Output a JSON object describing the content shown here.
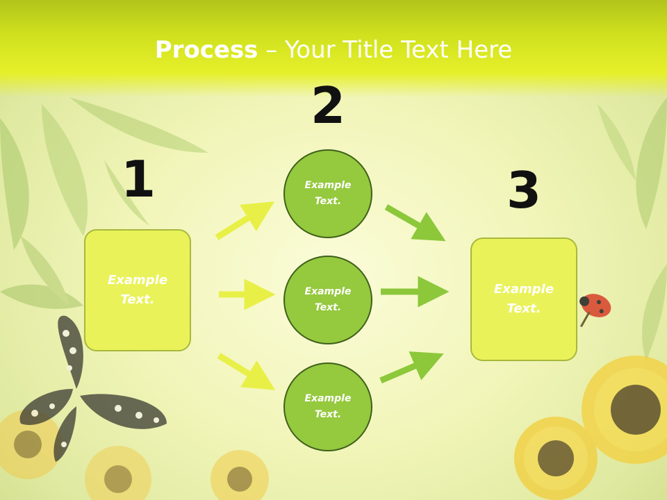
{
  "slide": {
    "title_bold": "Process",
    "title_rest": " – Your Title Text Here"
  },
  "steps": [
    {
      "number": "1",
      "text": "Example Text."
    },
    {
      "number": "2",
      "items": [
        "Example Text.",
        "Example Text.",
        "Example Text."
      ]
    },
    {
      "number": "3",
      "text": "Example Text."
    }
  ],
  "colors": {
    "box_fill": "#eaf25a",
    "circle_fill": "#95c93e",
    "arrow_light": "#e8f048",
    "arrow_green": "#8cc83a"
  }
}
